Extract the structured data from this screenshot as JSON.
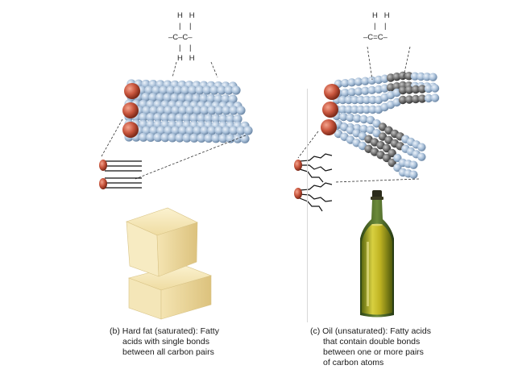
{
  "panels": [
    {
      "id": "b",
      "caption_lines": [
        "(b) Hard fat (saturated): Fatty",
        "acids with single bonds",
        "between all carbon pairs"
      ],
      "formula": {
        "top_row": "H   H",
        "bonds_top": "|    |",
        "middle_row": "–C–C–",
        "bonds_bottom": "|    |",
        "bottom_row": "H   H"
      },
      "example": "butter"
    },
    {
      "id": "c",
      "caption_lines": [
        "(c) Oil (unsaturated): Fatty acids",
        "that contain double bonds",
        "between one or more pairs",
        "of carbon atoms"
      ],
      "formula": {
        "top_row": "H   H",
        "bonds_top": "|    |",
        "middle_row": "–C=C–"
      },
      "example": "olive-oil-bottle"
    }
  ],
  "colors": {
    "carbon_blue": "#a8bfd8",
    "carbon_grey": "#6e6e6e",
    "head_red": "#c8553d",
    "butter": "#f2e2ad",
    "oil": "#b8b020",
    "bottle_glass": "#3f5f1e"
  }
}
